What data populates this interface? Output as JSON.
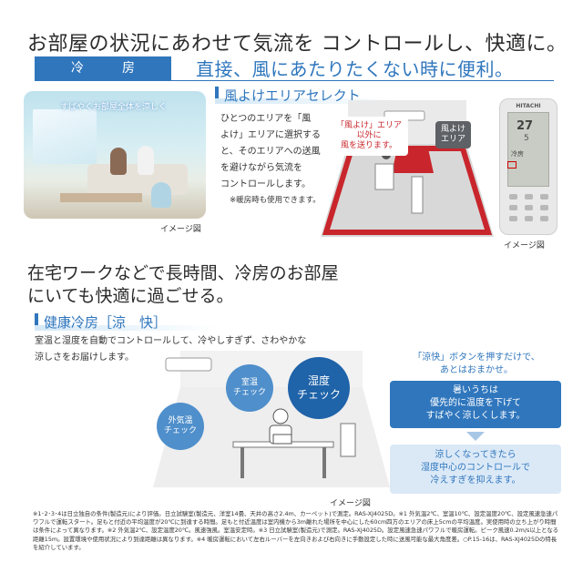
{
  "headline": "お部屋の状況にあわせて気流を コントロールし、快適に。",
  "mode_badge": "冷　房",
  "sub_headline": "直接、風にあたりたくない時に便利。",
  "photo": {
    "caption": "すばやくお部屋全体を涼しく",
    "note": "イメージ図"
  },
  "feature1": {
    "title": "風よけエリアセレクト",
    "body": [
      "ひとつのエリアを「風",
      "よけ」エリアに選択する",
      "と、そのエリアへの送風",
      "を避けながら気流を",
      "コントロールします。"
    ],
    "note": "※暖房時も使用できます。",
    "bubble_pink": [
      "「風よけ」エリア",
      "以外に",
      "風を送ります。"
    ],
    "bubble_dark": [
      "風よけ",
      "エリア"
    ],
    "diagram_note": "イメージ図"
  },
  "remote": {
    "brand": "HITACHI",
    "temp": "27",
    "temp_small": "5",
    "mode": "冷房"
  },
  "headline2": [
    "在宅ワークなどで長時間、冷房のお部屋",
    "にいても快適に過ごせる。"
  ],
  "feature2": {
    "title": "健康冷房［涼　快］",
    "body": [
      "室温と湿度を自動でコントロールして、冷やしすぎず、さわやかな",
      "涼しさをお届けします。"
    ],
    "circle_room": [
      "室温",
      "チェック"
    ],
    "circle_humidity": [
      "湿度",
      "チェック"
    ],
    "circle_outdoor": [
      "外気温",
      "チェック"
    ],
    "diagram_note": "イメージ図",
    "ryoukai_head": [
      "「涼快」ボタンを押すだけで、",
      "あとはおまかせ。"
    ],
    "box1": [
      "暑いうちは",
      "優先的に温度を下げて",
      "すばやく涼しくします。"
    ],
    "box2": [
      "涼しくなってきたら",
      "湿度中心のコントロールで",
      "冷えすぎを抑えます。"
    ]
  },
  "footnote": "※1･2･3･4は日立独自の条件(製造元)により評価。日立試験室(製造元、洋室14畳、天井の高さ2.4m、カーペット)で測定。RAS-XJ4025D。※1 外気温2℃、室温10℃、設定温度20℃、設定風速急速パワフルで運転スタート。足もと付近の平均温度が20℃に到達する時間。足もと付近温度は室内機から3m離れた場所を中心にした60cm四方のエリアの床上5cmの平均温度。実使用時の立ち上がり時間は条件によって異なります。※2 外気温2℃、設定温度20℃。風速強風。室温安定時。※3 日立試験室(製造元)で測定。RAS-XJ4025D。設定風速急速パワフルで暖房運転。ピーク風速0.2m/s以上となる距離15m。設置環境や使用状況により到達距離は異なります。※4 暖房運転において左右ルーバーを左向きおよび右向きに手動設定した時に送風可能な最大角度差。○P.15-16は、RAS-XJ4025Dの特長を紹介しています。"
}
